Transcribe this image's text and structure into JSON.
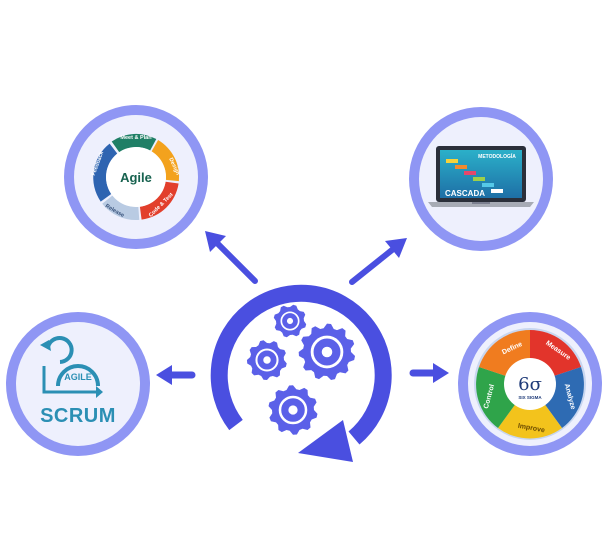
{
  "agile": {
    "center": "Agile",
    "stages": [
      "Meet & Plan",
      "Design",
      "Code & Test",
      "Release",
      "Feedback"
    ]
  },
  "cascada": {
    "title": "CASCADA",
    "subtitle": "METODOLOGÍA"
  },
  "scrum": {
    "badge": "AGILE",
    "title": "SCRUM"
  },
  "six_sigma": {
    "symbol": "6σ",
    "caption": "SIX SIGMA",
    "phases": [
      "Define",
      "Measure",
      "Analyze",
      "Improve",
      "Control"
    ]
  },
  "colors": {
    "ring": "#8f96f4",
    "ring_inner": "#eef0fd",
    "accent": "#4a4fe0",
    "gear": "#5b60e8",
    "scrum": "#2b8fb4"
  },
  "icons": [
    "gear-icon",
    "cycle-arrow-icon",
    "arrow-icon"
  ]
}
